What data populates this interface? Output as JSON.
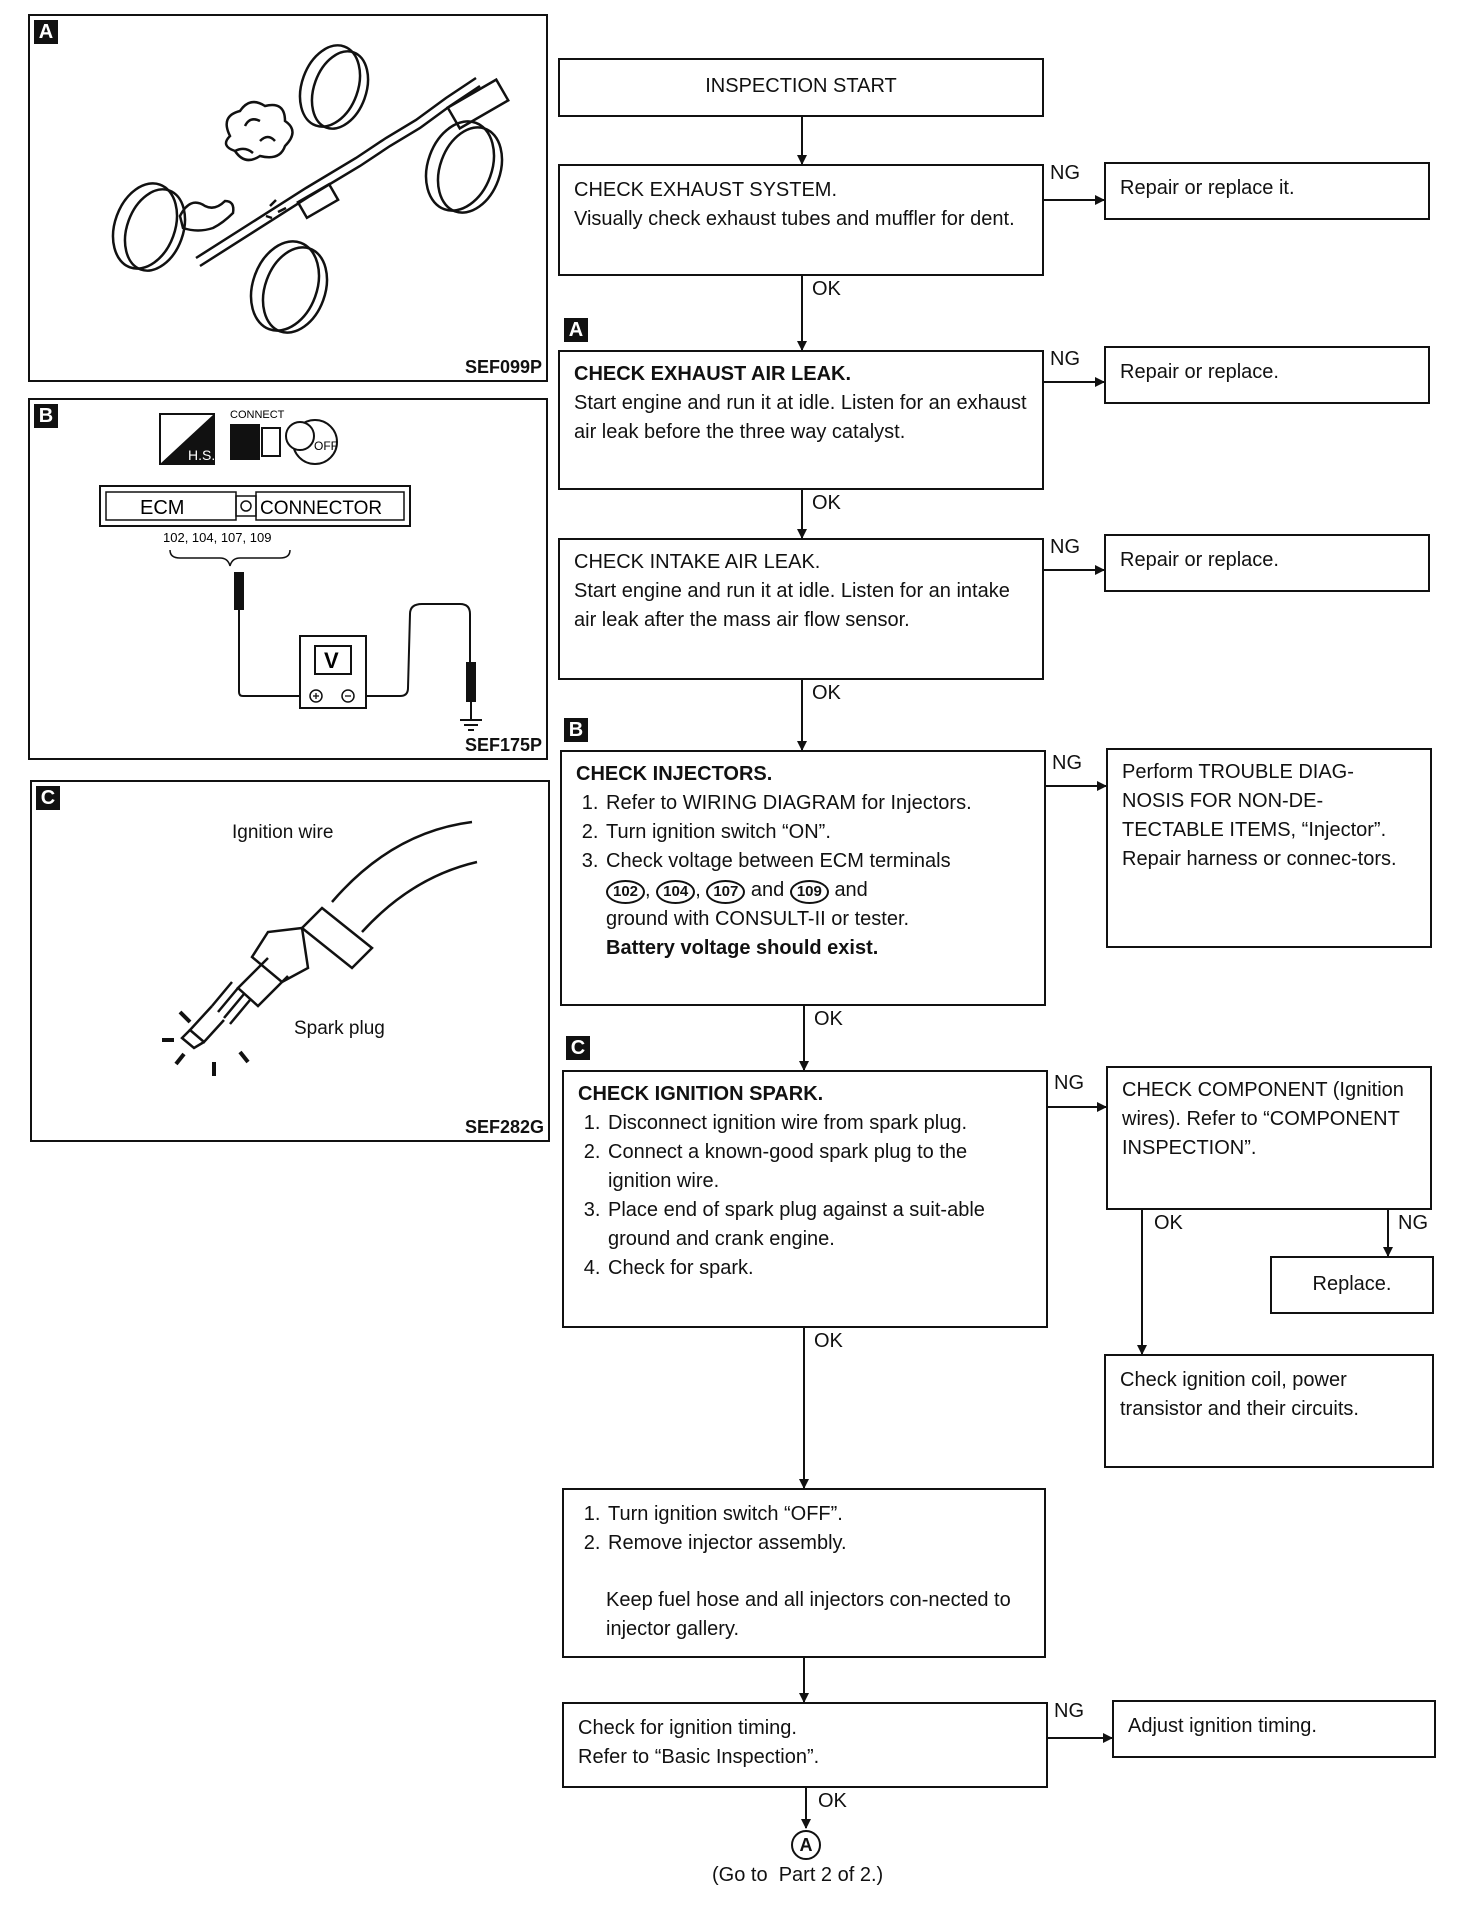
{
  "panels": [
    {
      "tag": "A",
      "code": "SEF099P"
    },
    {
      "tag": "B",
      "code": "SEF175P",
      "ecm_label": "ECM",
      "connector_label": "CONNECTOR",
      "connect_label": "CONNECT",
      "hs_label": "H.S.",
      "off_label": "OFF",
      "terminals": "102, 104, 107, 109",
      "meter_label": "V"
    },
    {
      "tag": "C",
      "code": "SEF282G",
      "ignition_wire": "Ignition wire",
      "spark_plug": "Spark plug"
    }
  ],
  "flow": {
    "start": "INSPECTION START",
    "step1": {
      "title": "CHECK EXHAUST SYSTEM.",
      "body": "Visually check exhaust tubes and muffler for dent.",
      "ng_action": "Repair or replace it."
    },
    "step2": {
      "tag": "A",
      "title": "CHECK EXHAUST AIR LEAK.",
      "body": "Start engine and run it at idle. Listen for an exhaust air leak before the three way catalyst.",
      "ng_action": "Repair or replace."
    },
    "step3": {
      "title": "CHECK INTAKE AIR LEAK.",
      "body": "Start engine and run it at idle. Listen for an intake air leak after the mass air flow sensor.",
      "ng_action": "Repair or replace."
    },
    "step4": {
      "tag": "B",
      "title": "CHECK INJECTORS.",
      "items": [
        "Refer to WIRING DIAGRAM for Injectors.",
        "Turn ignition switch “ON”."
      ],
      "item3_a": "Check voltage between ECM terminals",
      "terminals": [
        "102",
        "104",
        "107",
        "109"
      ],
      "sep1": ",",
      "sep2": ",",
      "and": "and",
      "and2": "and",
      "item3_b": "ground with CONSULT-II or tester.",
      "note": "Battery voltage should exist.",
      "ng_action": "Perform TROUBLE DIAG-NOSIS FOR NON-DE-TECTABLE ITEMS, “Injector”. Repair harness or connec-tors."
    },
    "step5": {
      "tag": "C",
      "title": "CHECK IGNITION SPARK.",
      "items": [
        "Disconnect ignition wire from spark plug.",
        "Connect a known-good spark plug to the ignition wire.",
        "Place end of spark plug against a suit-able ground and crank engine.",
        "Check for spark."
      ],
      "ng_box": "CHECK COMPONENT (Ignition wires). Refer to “COMPONENT INSPECTION”.",
      "ng_replace": "Replace.",
      "ok_box": "Check ignition coil, power transistor and their circuits."
    },
    "step6": {
      "items": [
        "Turn ignition switch “OFF”.",
        "Remove injector assembly."
      ],
      "note": "Keep fuel hose and all injectors con-nected to injector gallery."
    },
    "step7": {
      "body1": "Check for ignition timing.",
      "body2": "Refer to “Basic Inspection”.",
      "ng_action": "Adjust ignition timing."
    },
    "end_connector": "A",
    "end_text": "(Go to  Part 2 of 2.)",
    "ng": "NG",
    "ok": "OK"
  }
}
